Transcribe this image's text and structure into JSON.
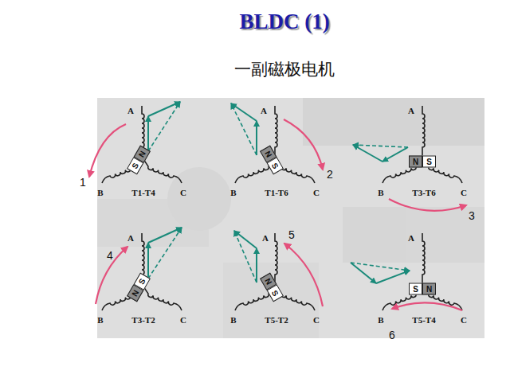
{
  "diagram": {
    "title": "BLDC (1)",
    "labels": [
      "一副磁极电机",
      "A",
      "S",
      "N",
      "B",
      "T1-T4",
      "C",
      "1",
      "A",
      "N",
      "S",
      "B",
      "T1-T6",
      "C",
      "2",
      "A",
      "N",
      "S",
      "B",
      "T3-T6",
      "C",
      "3",
      "4",
      "A",
      "N",
      "S",
      "B",
      "T3-T2",
      "C",
      "A",
      "5",
      "N",
      "S",
      "B",
      "T5-T2",
      "C",
      "A",
      "S",
      "N",
      "B",
      "T5-T4",
      "C",
      "6"
    ]
  }
}
